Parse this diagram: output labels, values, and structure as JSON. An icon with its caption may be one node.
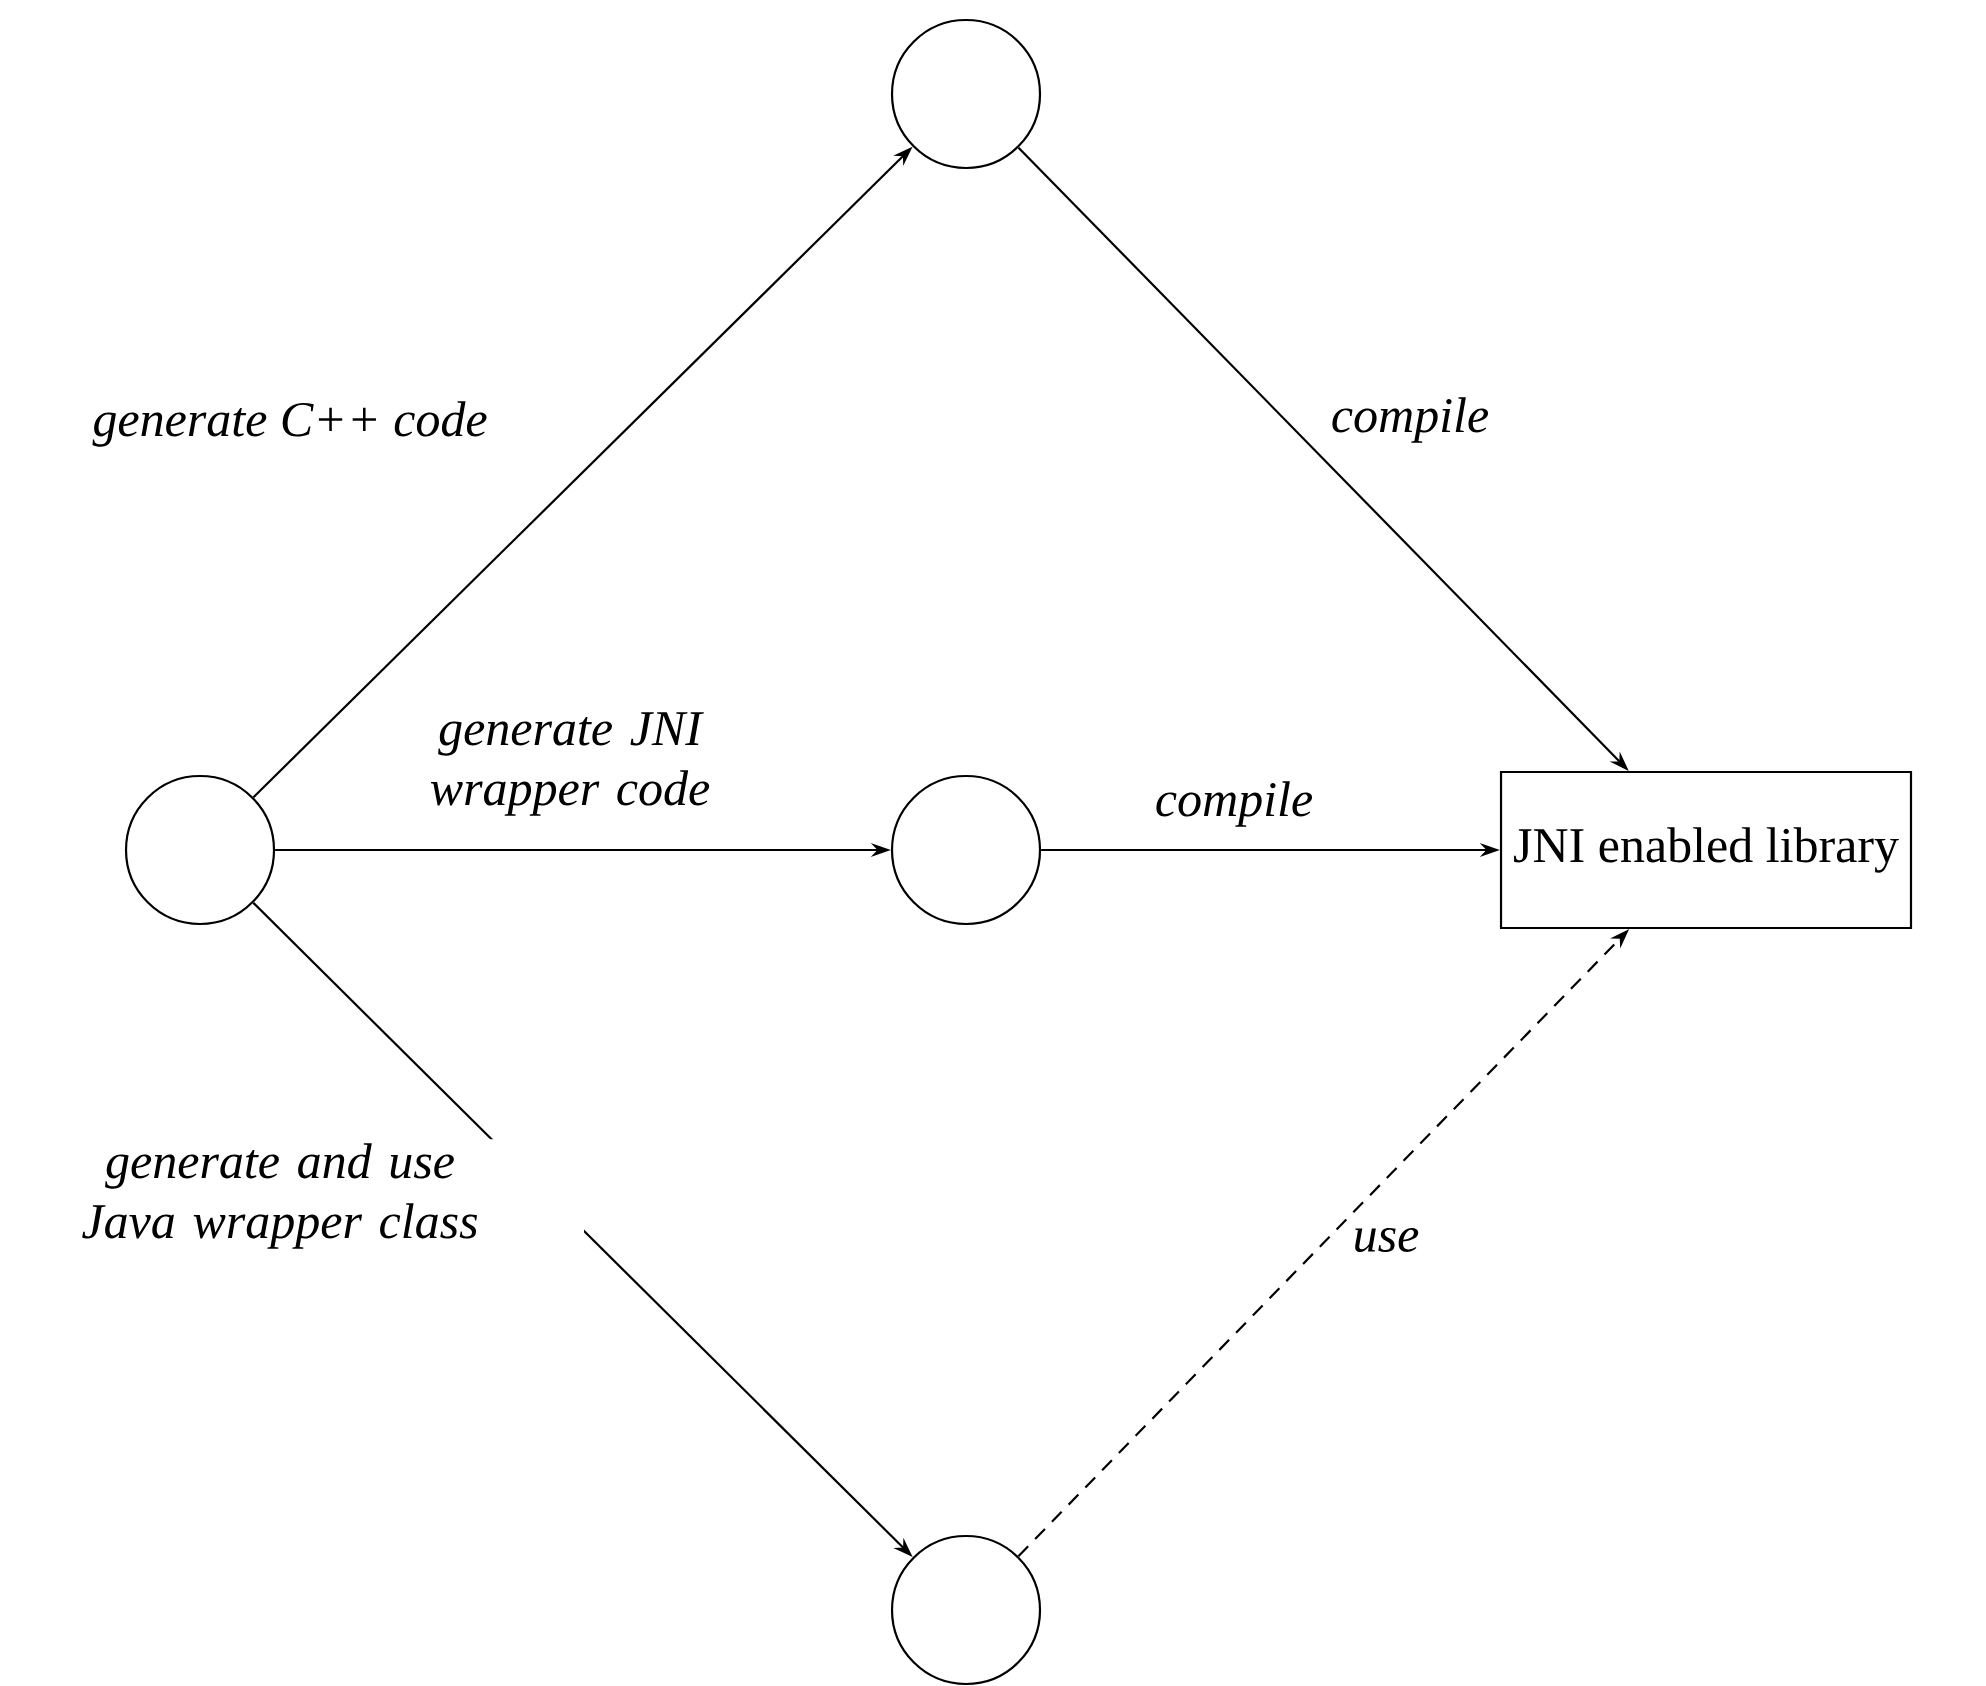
{
  "diagram": {
    "nodes": [
      {
        "text": [],
        "shape": "circle"
      },
      {
        "text": [],
        "shape": "circle"
      },
      {
        "text": [],
        "shape": "circle"
      },
      {
        "text": [],
        "shape": "circle"
      },
      {
        "text": [
          "JNI enabled library"
        ]
      }
    ],
    "edges": [
      {
        "from": 0,
        "to": 1,
        "arrow": "to",
        "label": "generate C++ code"
      },
      {
        "from": 0,
        "to": 2,
        "arrow": "to",
        "label": "generate JNI wrapper code"
      },
      {
        "from": 0,
        "to": 3,
        "arrow": "to",
        "label": "generate and use Java wrapper class"
      },
      {
        "from": 1,
        "to": 4,
        "arrow": "to",
        "label": "compile"
      },
      {
        "from": 2,
        "to": 4,
        "arrow": "to",
        "label": "compile"
      },
      {
        "from": 3,
        "to": 4,
        "arrow": "to",
        "label": "use",
        "style": "dashed"
      }
    ]
  }
}
